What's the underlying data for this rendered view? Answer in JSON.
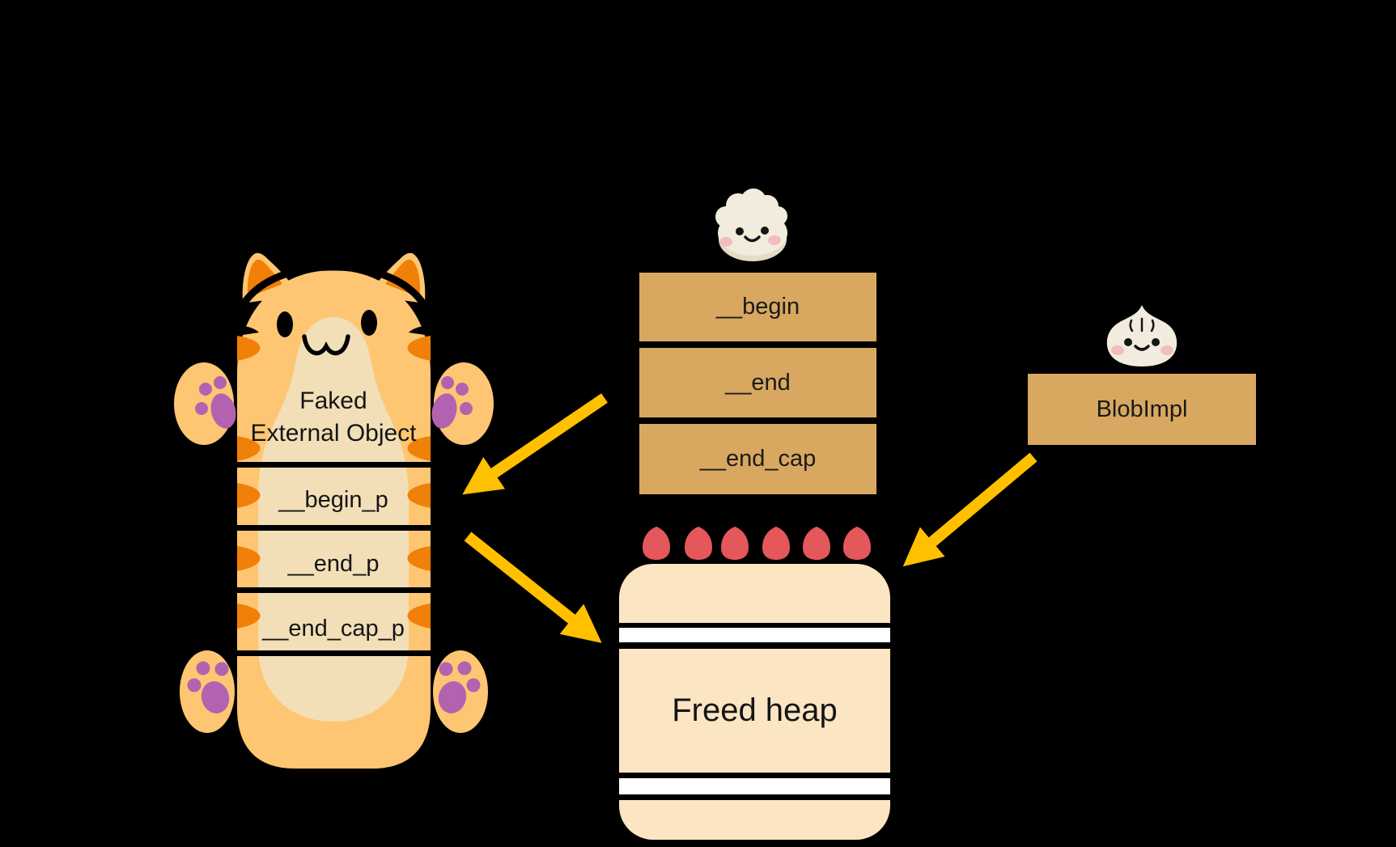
{
  "diagram": {
    "description": "Use-after-free exploitation diagram: faked external object (cat) with vector pointers into freed heap",
    "cat": {
      "title": [
        "Faked",
        "External Object"
      ],
      "fields": [
        "__begin_p",
        "__end_p",
        "__end_cap_p"
      ]
    },
    "vector_struct": {
      "fields": [
        "__begin",
        "__end",
        "__end_cap"
      ]
    },
    "blob_box": {
      "label": "BlobImpl"
    },
    "freed_heap": {
      "label": "Freed heap"
    },
    "arrows": [
      {
        "from": "vector-struct",
        "to": "faked-external-object"
      },
      {
        "from": "faked-external-object",
        "to": "freed-heap"
      },
      {
        "from": "blobimpl-box",
        "to": "freed-heap"
      }
    ],
    "icons": {
      "cat": "cat-character",
      "dumpling": "dumpling-character",
      "bun": "bun-character",
      "strawberries": "strawberry-decorations"
    },
    "colors": {
      "background": "#000000",
      "arrow": "#FFC000",
      "struct_box": "#D8A860",
      "cat_body": "#FEC672",
      "cat_belly": "#F2DFB7",
      "cat_stripe": "#F08008",
      "paw_pad": "#B263AF",
      "cake": "#FBE5C3",
      "cake_stripe": "#FFFFFF",
      "strawberry": "#E4575A",
      "character_skin": "#F1ECDD",
      "blush": "#F2BDBE"
    }
  }
}
